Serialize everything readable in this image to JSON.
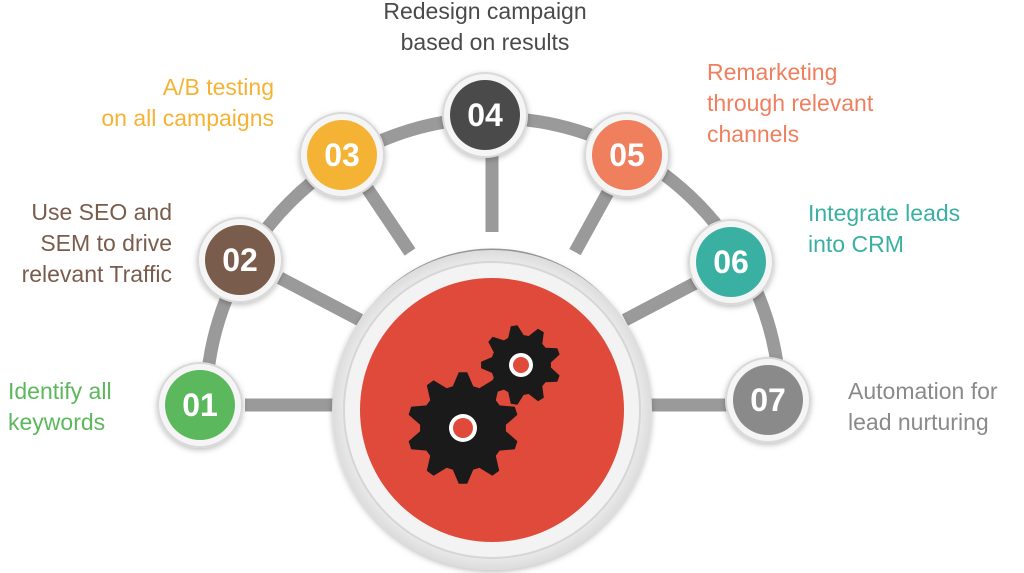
{
  "steps": [
    {
      "number": "01",
      "color": "#5cb85c",
      "lines": [
        "Identify all",
        "keywords"
      ]
    },
    {
      "number": "02",
      "color": "#7a5c4c",
      "lines": [
        "Use SEO and",
        "SEM to drive",
        "relevant Traffic"
      ]
    },
    {
      "number": "03",
      "color": "#f5b335",
      "lines": [
        "A/B testing",
        "on all campaigns"
      ]
    },
    {
      "number": "04",
      "color": "#4a4a4a",
      "lines": [
        "Redesign campaign",
        "based on results"
      ]
    },
    {
      "number": "05",
      "color": "#f07f5e",
      "lines": [
        "Remarketing",
        "through relevant",
        "channels"
      ]
    },
    {
      "number": "06",
      "color": "#3ab0a2",
      "lines": [
        "Integrate leads",
        "into CRM"
      ]
    },
    {
      "number": "07",
      "color": "#8a8a8a",
      "lines": [
        "Automation for",
        "lead nurturing"
      ]
    }
  ],
  "hub": {
    "icon": "gears-icon",
    "color": "#e04a3b"
  },
  "arc_color": "#9a9a9a"
}
